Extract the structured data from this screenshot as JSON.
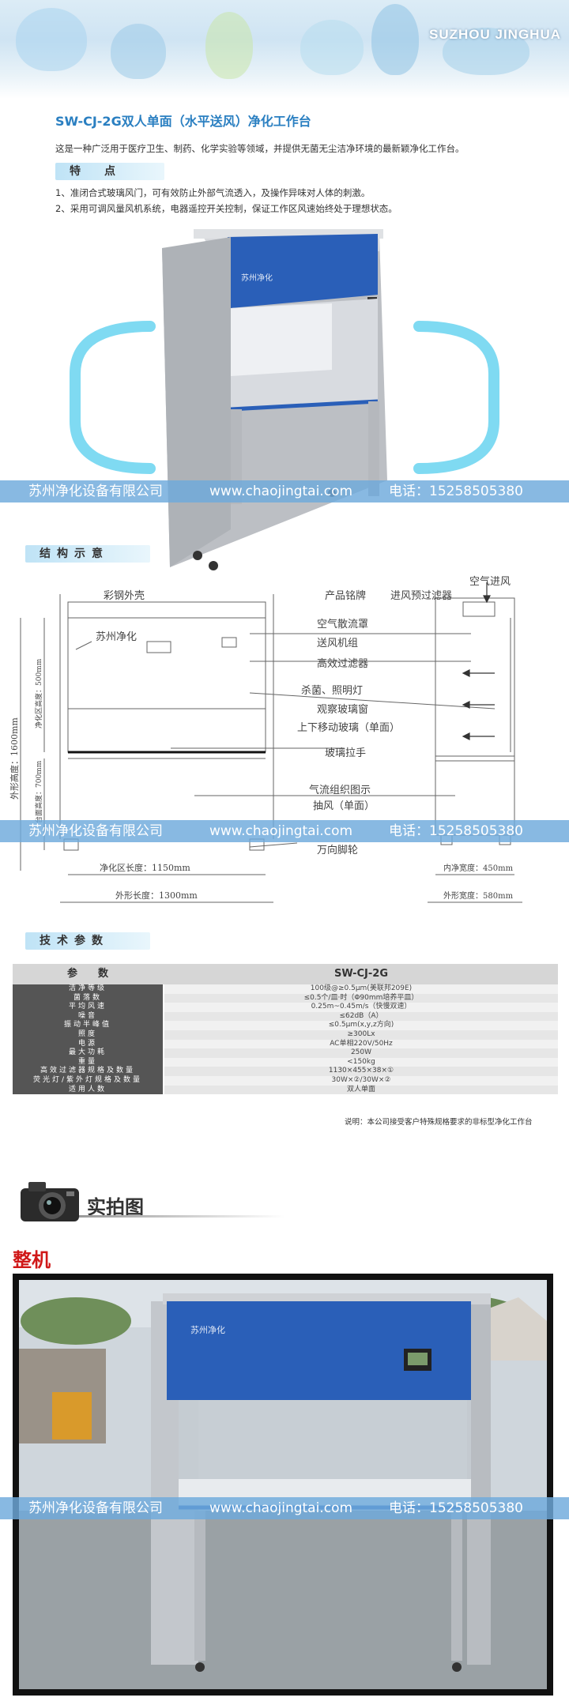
{
  "header": {
    "brand": "SUZHOU JINGHUA"
  },
  "product": {
    "title": "SW-CJ-2G双人单面（水平送风）净化工作台",
    "intro": "这是一种广泛用于医疗卫生、制药、化学实验等领域，并提供无菌无尘洁净环境的最新颖净化工作台。"
  },
  "features": {
    "heading": "特　点",
    "items": [
      "1、准闭合式玻璃风门，可有效防止外部气流透入，及操作异味对人体的刺激。",
      "2、采用可调风量风机系统，电器遥控开关控制，保证工作区风速始终处于理想状态。"
    ]
  },
  "watermark": {
    "company": "苏州净化设备有限公司",
    "website": "www.chaojingtai.com",
    "phone": "电话：15258505380"
  },
  "hero": {
    "panel_brand": "苏州净化"
  },
  "structure": {
    "heading": "结构示意",
    "labels": {
      "steel_shell": "彩钢外壳",
      "brand_on_panel": "苏州净化",
      "nameplate": "产品铭牌",
      "pre_filter": "进风预过滤器",
      "air_in": "空气进风",
      "diffuser": "空气散流罩",
      "fan_unit": "送风机组",
      "hepa": "高效过滤器",
      "uv_lamp": "杀菌、照明灯",
      "view_window": "观察玻璃窗",
      "sliding_glass": "上下移动玻璃（单面）",
      "glass_handle": "玻璃拉手",
      "airflow": "气流组织图示",
      "airflow_sub": "抽风（单面）",
      "caster": "万向脚轮",
      "outer_height": "外形高度：1600mm",
      "clean_height": "净化区高度：500mm",
      "table_height": "台面高度：700mm",
      "clean_length": "净化区长度：1150mm",
      "outer_length": "外形长度：1300mm",
      "inner_width": "内净宽度：450mm",
      "outer_width": "外形宽度：580mm"
    }
  },
  "params": {
    "heading": "技术参数",
    "col_param": "参　　数",
    "col_model": "SW-CJ-2G",
    "rows": [
      {
        "k": "洁净等级",
        "v": "100级@≥0.5μm(美联邦209E)"
      },
      {
        "k": "菌落数",
        "v": "≤0.5个/皿·时（Φ90mm培养平皿）"
      },
      {
        "k": "平均风速",
        "v": "0.25m~0.45m/s（快慢双速）"
      },
      {
        "k": "噪音",
        "v": "≤62dB（A）"
      },
      {
        "k": "振动半峰值",
        "v": "≤0.5μm(x,y,z方向)"
      },
      {
        "k": "照度",
        "v": "≥300Lx"
      },
      {
        "k": "电源",
        "v": "AC单相220V/50Hz"
      },
      {
        "k": "最大功耗",
        "v": "250W"
      },
      {
        "k": "重量",
        "v": "<150kg"
      },
      {
        "k": "高效过滤器规格及数量",
        "v": "1130×455×38×①"
      },
      {
        "k": "荧光灯/紫外灯规格及数量",
        "v": "30W×②/30W×②"
      },
      {
        "k": "适用人数",
        "v": "双人单面"
      }
    ],
    "note": "说明：本公司接受客户特殊规格要求的非标型净化工作台"
  },
  "photos": {
    "heading": "实拍图",
    "whole": "整机",
    "panel_brand": "苏州净化"
  },
  "colors": {
    "accent_blue": "#2a7fc1",
    "panel_blue": "#2a5fb8",
    "whole_label_red": "#d01818",
    "watermark_bg": "#6eaadc"
  }
}
